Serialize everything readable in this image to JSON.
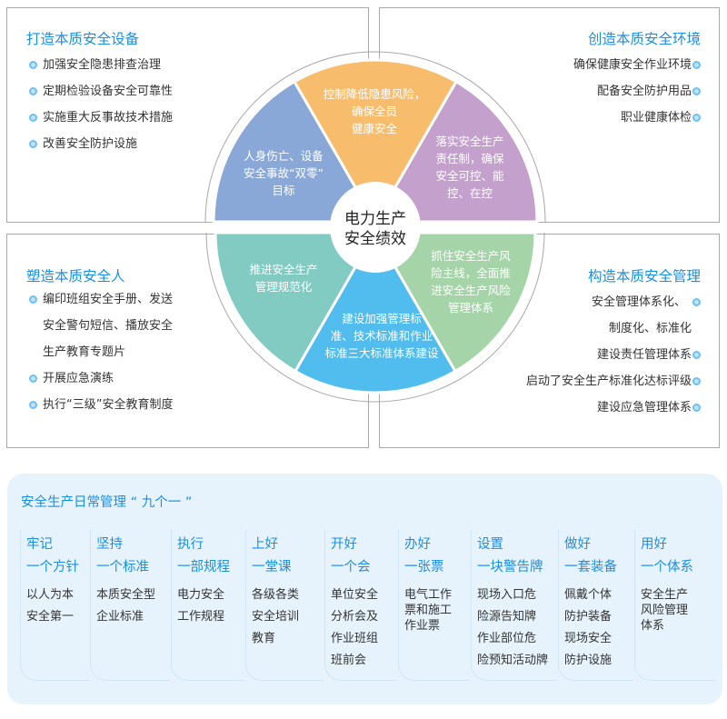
{
  "boxes": {
    "top_left": {
      "title": "打造本质安全设备",
      "items": [
        "加强安全隐患排查治理",
        "定期检验设备安全可靠性",
        "实施重大反事故技术措施",
        "改善安全防护设施"
      ]
    },
    "top_right": {
      "title": "创造本质安全环境",
      "items": [
        "确保健康安全作业环境",
        "配备安全防护用品",
        "职业健康体检"
      ]
    },
    "bottom_left": {
      "title": "塑造本质安全人",
      "items": [
        "编印班组安全手册、发送",
        "安全警句短信、播放安全",
        "生产教育专题片",
        "开展应急演练",
        "执行“三级”安全教育制度"
      ]
    },
    "bottom_right": {
      "title": "构造本质安全管理",
      "items": [
        "安全管理体系化、",
        "制度化、标准化",
        "建设责任管理体系",
        "启动了安全生产标准化达标评级",
        "建设应急管理体系"
      ]
    }
  },
  "wheel": {
    "center": [
      "电力生产",
      "安全绩效"
    ],
    "segments": [
      {
        "lines": [
          "人身伤亡、设备",
          "安全事故“双零”",
          "目标"
        ],
        "color": "#8aa8d7"
      },
      {
        "lines": [
          "控制降低隐患风险，",
          "确保全员",
          "健康安全"
        ],
        "color": "#f8bd6c"
      },
      {
        "lines": [
          "落实安全生产",
          "责任制，确保",
          "安全可控、能",
          "控、在控"
        ],
        "color": "#c3a1cc"
      },
      {
        "lines": [
          "推进安全生产",
          "管理规范化"
        ],
        "color": "#82cbc3"
      },
      {
        "lines": [
          "建设加强管理标",
          "准、技术标准和作业",
          "标准三大标准体系建设"
        ],
        "color": "#50bdee"
      },
      {
        "lines": [
          "抓住安全生产风",
          "险主线，全面推",
          "进安全生产风险",
          "管理体系"
        ],
        "color": "#a6d4a9"
      }
    ]
  },
  "daily": {
    "title": "安全生产日常管理 “ 九个一 ”",
    "columns": [
      {
        "heading": [
          "牢记",
          "一个方针"
        ],
        "body": [
          "以人为本",
          "安全第一"
        ]
      },
      {
        "heading": [
          "坚持",
          "一个标准"
        ],
        "body": [
          "本质安全型",
          "企业标准"
        ]
      },
      {
        "heading": [
          "执行",
          "一部规程"
        ],
        "body": [
          "电力安全",
          "工作规程"
        ]
      },
      {
        "heading": [
          "上好",
          "一堂课"
        ],
        "body": [
          "各级各类",
          "安全培训",
          "教育"
        ]
      },
      {
        "heading": [
          "开好",
          "一个会"
        ],
        "body": [
          "单位安全",
          "分析会及",
          "作业班组",
          "班前会"
        ]
      },
      {
        "heading": [
          "办好",
          "一张票"
        ],
        "body": [
          "电气工作",
          "票和施工",
          "作业票"
        ]
      },
      {
        "heading": [
          "设置",
          "一块警告牌"
        ],
        "body": [
          "现场入口危",
          "险源告知牌",
          "作业部位危",
          "险预知活动牌"
        ]
      },
      {
        "heading": [
          "做好",
          "一套装备"
        ],
        "body": [
          "佩戴个体",
          "防护装备",
          "现场安全",
          "防护设施"
        ]
      },
      {
        "heading": [
          "用好",
          "一个体系"
        ],
        "body": [
          "安全生产",
          "风险管理",
          "体系"
        ]
      }
    ]
  }
}
